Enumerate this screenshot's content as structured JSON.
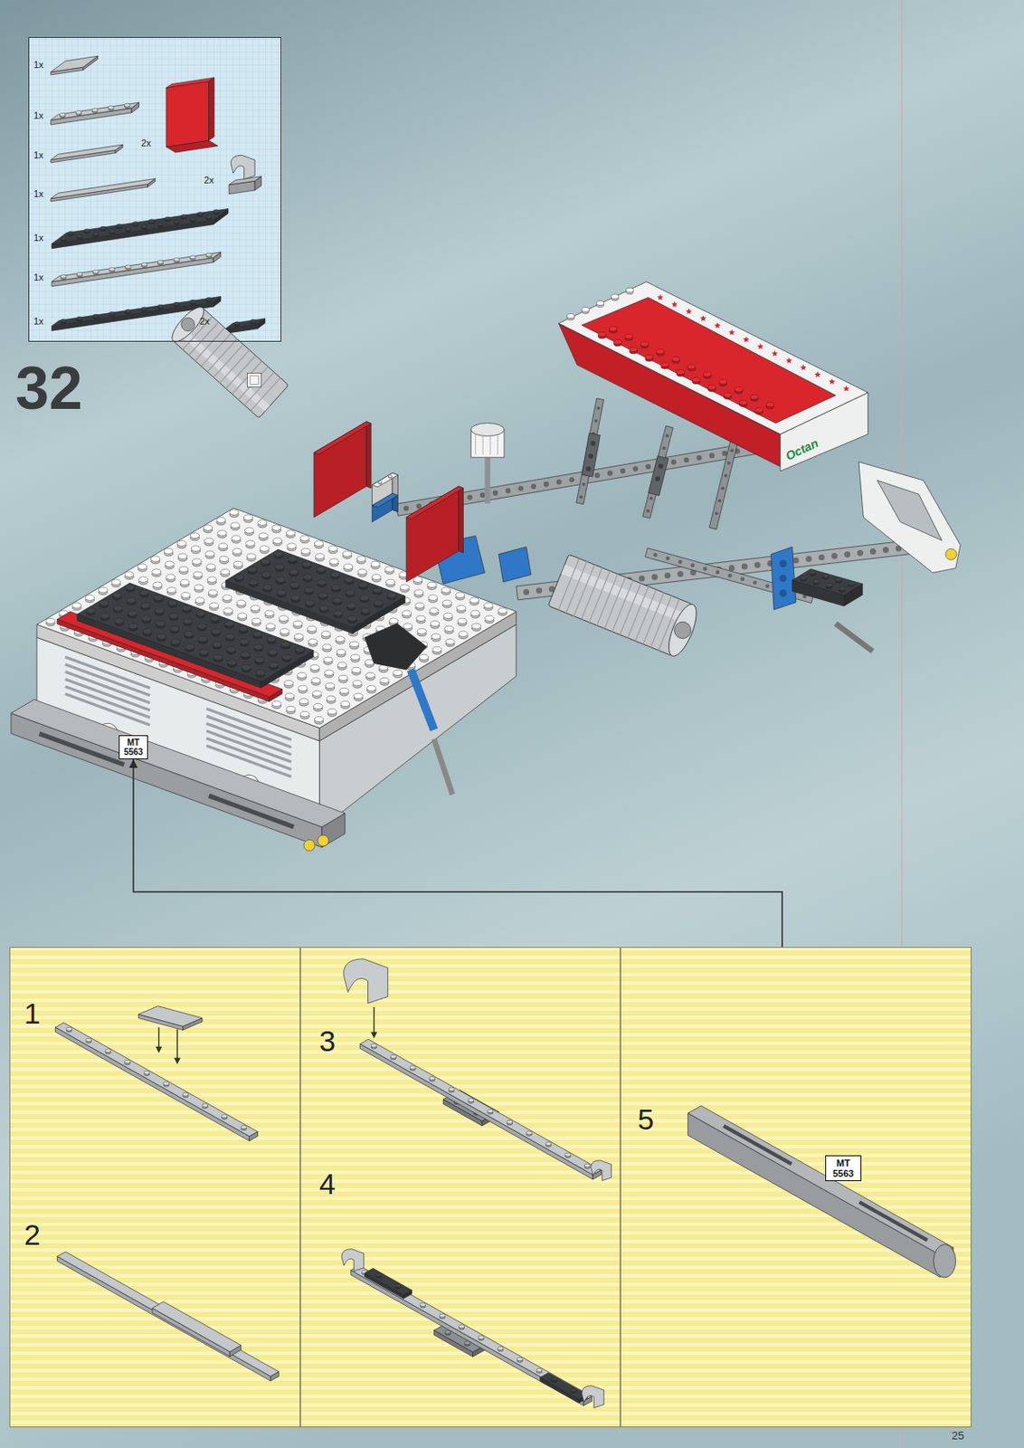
{
  "diagram": {
    "nodes": [
      {
        "text": [
          "1x",
          "1x",
          "2x",
          "1x",
          "2x",
          "1x",
          "1x",
          "1x",
          "1x",
          "2x"
        ]
      },
      {
        "text": [
          "MT 5563"
        ]
      },
      {
        "text": [
          "1",
          "2",
          "3",
          "4",
          "5"
        ]
      },
      {
        "text": [
          "MT 5563"
        ],
        "in": 2
      }
    ],
    "edges": [
      {
        "from": 2,
        "to": 1,
        "arrow": "to"
      }
    ],
    "labels": [
      "32",
      "Octan",
      "25"
    ]
  }
}
